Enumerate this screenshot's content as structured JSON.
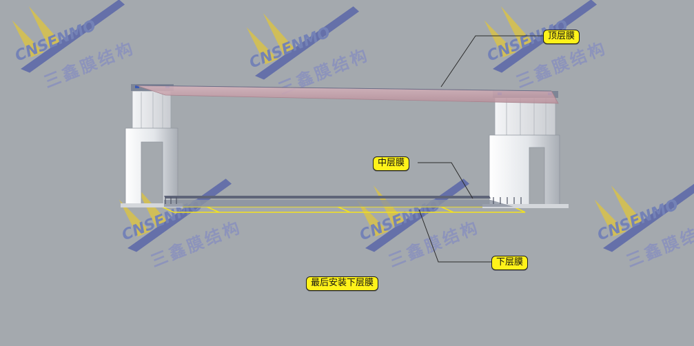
{
  "watermark": {
    "brand": "CNSENMO",
    "chinese": "三鑫膜结构"
  },
  "labels": {
    "top_membrane": "顶层膜",
    "middle_membrane": "中层膜",
    "bottom_membrane": "下层膜",
    "install_note": "最后安装下层膜"
  },
  "colors": {
    "background": "#a4a9ae",
    "label_fill": "#fff21a",
    "membrane_top": "#c9a3ad",
    "highlight_frame": "#f3e21e",
    "watermark_yellow": "#d8c24a",
    "watermark_blue": "#5a66a8"
  }
}
